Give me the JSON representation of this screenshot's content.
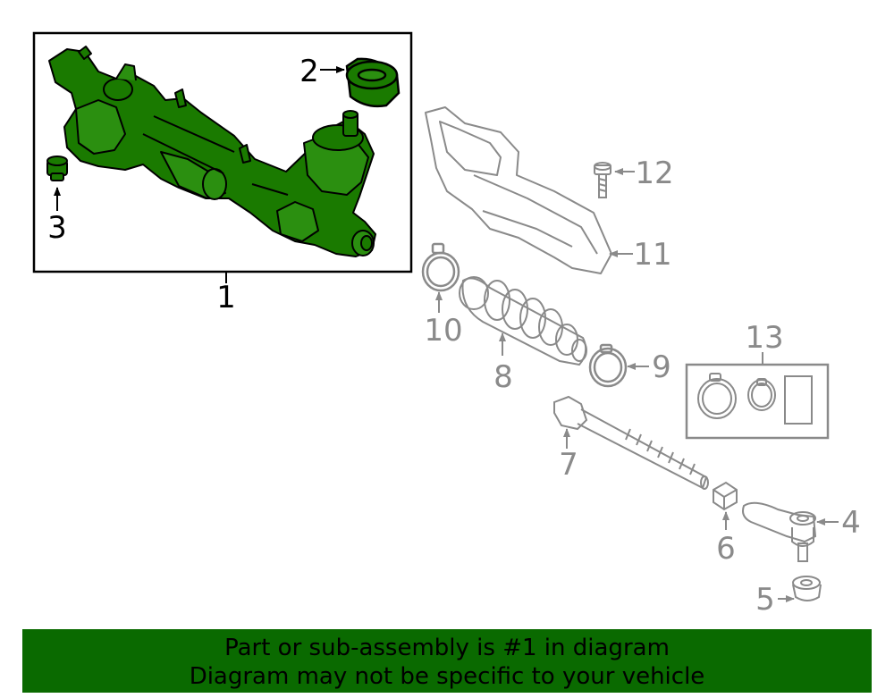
{
  "callouts": {
    "c1": "1",
    "c2": "2",
    "c3": "3",
    "c4": "4",
    "c5": "5",
    "c6": "6",
    "c7": "7",
    "c8": "8",
    "c9": "9",
    "c10": "10",
    "c11": "11",
    "c12": "12",
    "c13": "13"
  },
  "banner": {
    "line1": "Part or sub-assembly is #1 in diagram",
    "line2": "Diagram may not be specific to your vehicle"
  },
  "colors": {
    "highlight": "#1a7a00",
    "banner": "#0a6a00",
    "outline_dark": "#000000",
    "outline_gray": "#8a8a8a"
  }
}
